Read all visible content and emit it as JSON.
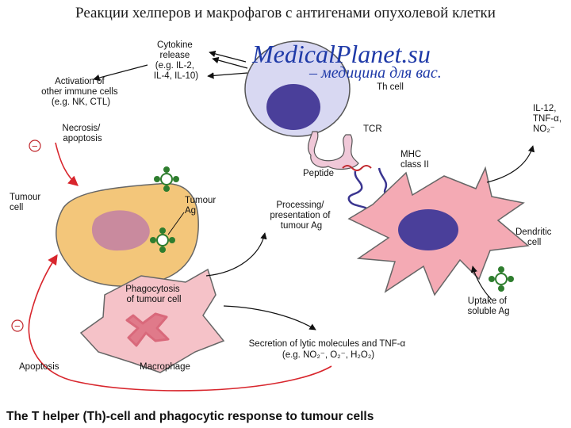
{
  "title": "Реакции хелперов и макрофагов с антигенами опухолевой клетки",
  "watermark": {
    "brand": "MedicalPlanet.su",
    "tagline": "– медицина для вас."
  },
  "labels": {
    "cytokine": [
      "Cytokine",
      "release",
      "(e.g. IL-2,",
      "IL-4, IL-10)"
    ],
    "activation": [
      "Activation of",
      "other immune cells",
      "(e.g. NK, CTL)"
    ],
    "th_cell": "Th cell",
    "necrosis": [
      "Necrosis/",
      "apoptosis"
    ],
    "tcr": "TCR",
    "il12": [
      "IL-12,",
      "TNF-α,",
      "NO₂⁻"
    ],
    "mhc": [
      "MHC",
      "class II"
    ],
    "peptide": "Peptide",
    "tumour_cell": [
      "Tumour",
      "cell"
    ],
    "tumour_ag": [
      "Tumour",
      "Ag"
    ],
    "processing": [
      "Processing/",
      "presentation of",
      "tumour Ag"
    ],
    "dendritic": [
      "Dendritic",
      "cell"
    ],
    "phagocytosis": [
      "Phagocytosis",
      "of tumour cell"
    ],
    "uptake": [
      "Uptake of",
      "soluble Ag"
    ],
    "secretion": [
      "Secretion of lytic molecules and TNF-α",
      "(e.g. NO₂⁻, O₂⁻, H₂O₂)"
    ],
    "apoptosis": "Apoptosis",
    "macrophage": "Macrophage",
    "minus_sign": "−"
  },
  "caption": "The T helper (Th)-cell and phagocytic response to tumour cells",
  "colors": {
    "th_cell_fill": "#d8d8f2",
    "th_nucleus": "#4a3f9a",
    "dendritic_fill": "#f4aab4",
    "tumour_fill": "#f3c67a",
    "tumour_nucleus": "#c98a9e",
    "macrophage_fill": "#f5c2c8",
    "macrophage_nucleus": "#e07a8a",
    "red_arrow": "#d8262d",
    "antigen_green": "#2e7d2e",
    "tcr_fill": "#f0c8d8",
    "mhc_stroke": "#3a3590"
  }
}
